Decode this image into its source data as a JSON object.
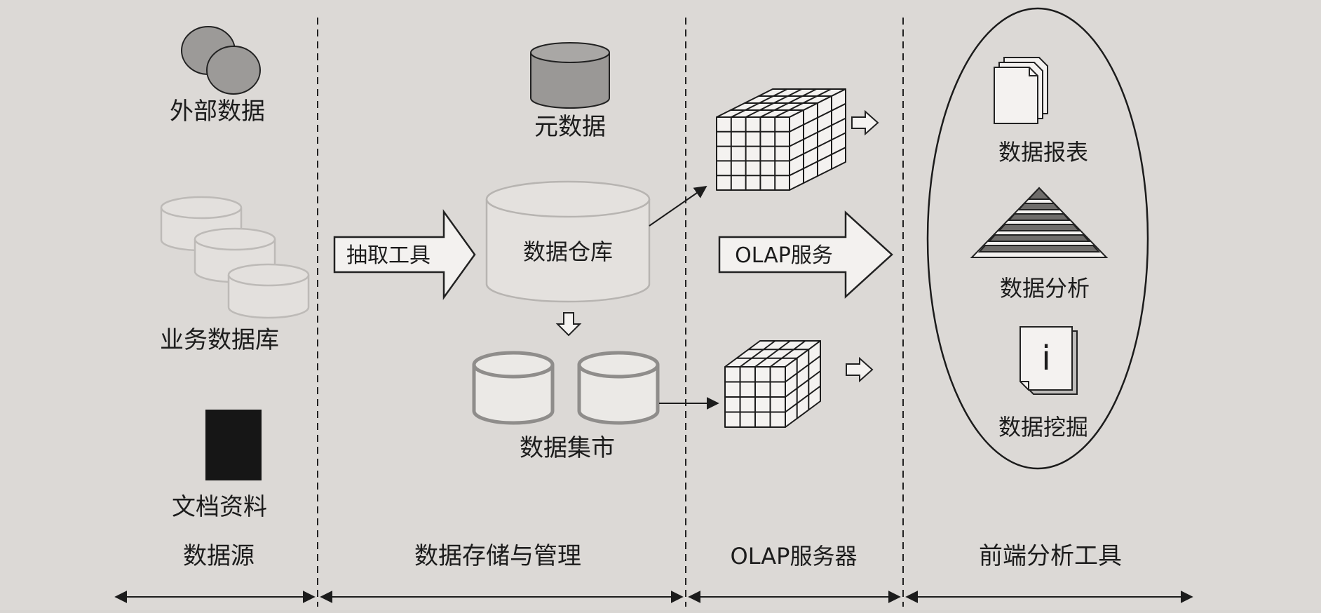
{
  "sources": {
    "external_data": "外部数据",
    "business_db": "业务数据库",
    "documents": "文档资料"
  },
  "storage": {
    "metadata": "元数据",
    "extract_tool": "抽取工具",
    "data_warehouse": "数据仓库",
    "data_mart": "数据集市"
  },
  "olap": {
    "service": "OLAP服务"
  },
  "frontend": {
    "report": "数据报表",
    "analysis": "数据分析",
    "mining": "数据挖掘",
    "info_glyph": "i"
  },
  "sections": {
    "source": "数据源",
    "storage": "数据存储与管理",
    "olap_server": "OLAP服务器",
    "frontend_tools": "前端分析工具"
  }
}
